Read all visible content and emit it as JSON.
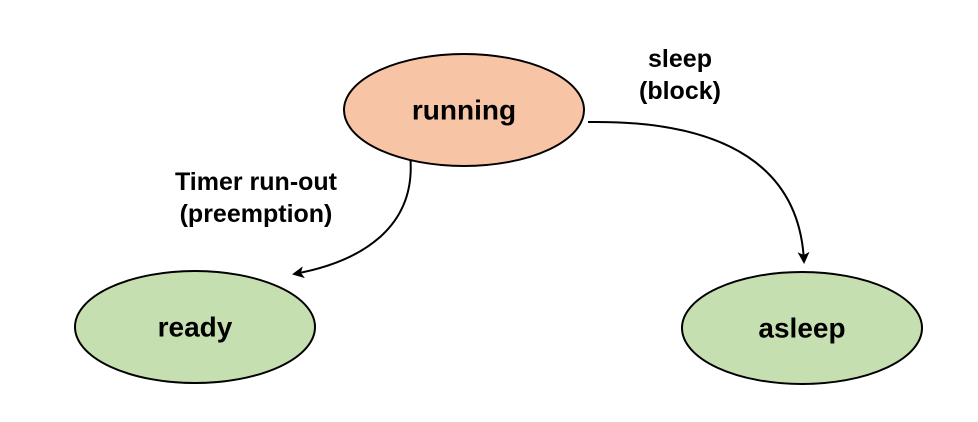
{
  "nodes": {
    "running": {
      "label": "running",
      "fill": "#f7c4a5",
      "stroke": "#000000"
    },
    "ready": {
      "label": "ready",
      "fill": "#c6dfb1",
      "stroke": "#000000"
    },
    "asleep": {
      "label": "asleep",
      "fill": "#c6dfb1",
      "stroke": "#000000"
    }
  },
  "edges": {
    "preemption": {
      "label_line1": "Timer run-out",
      "label_line2": "(preemption)",
      "from": "running",
      "to": "ready"
    },
    "sleep": {
      "label_line1": "sleep",
      "label_line2": "(block)",
      "from": "running",
      "to": "asleep"
    }
  },
  "colors": {
    "stroke": "#000000",
    "background": "#ffffff"
  }
}
